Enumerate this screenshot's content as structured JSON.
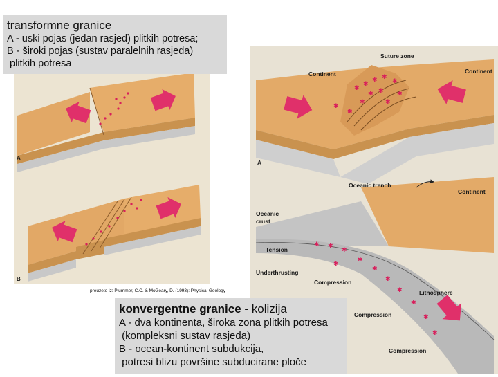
{
  "top_box": {
    "title": "transformne granice",
    "lines": [
      "A - uski pojas (jedan rasjed) plitkih potresa;",
      "B - široki pojas (sustav paralelnih rasjeda)",
      " plitkih potresa"
    ]
  },
  "bottom_box": {
    "title_bold": "konvergentne granice",
    "title_rest": " - kolizija",
    "lines": [
      "A - dva kontinenta, široka zona plitkih potresa",
      " (kompleksni sustav rasjeda)",
      "B - ocean-kontinent subdukcija,",
      " potresi blizu površine subducirane ploče"
    ]
  },
  "credit": "preuzeto iz: Plummer, C.C. & McGeary, D. (1993): Physical Geology",
  "left_figure": {
    "label_a": "A",
    "label_b": "B"
  },
  "right_figure": {
    "suture_zone": "Suture zone",
    "continent_left": "Continent",
    "continent_right": "Continent",
    "label_a": "A",
    "oceanic_trench": "Oceanic trench",
    "continent_b": "Continent",
    "oceanic_crust_1": "Oceanic",
    "oceanic_crust_2": "crust",
    "tension": "Tension",
    "underthrusting": "Underthrusting",
    "compression_1": "Compression",
    "lithosphere": "Lithosphere",
    "compression_2": "Compression",
    "compression_3": "Compression"
  },
  "colors": {
    "box_bg": "#d9d9d9",
    "crust": "#e0a864",
    "arrow": "#e0306a",
    "quake": "#d81e5b"
  }
}
